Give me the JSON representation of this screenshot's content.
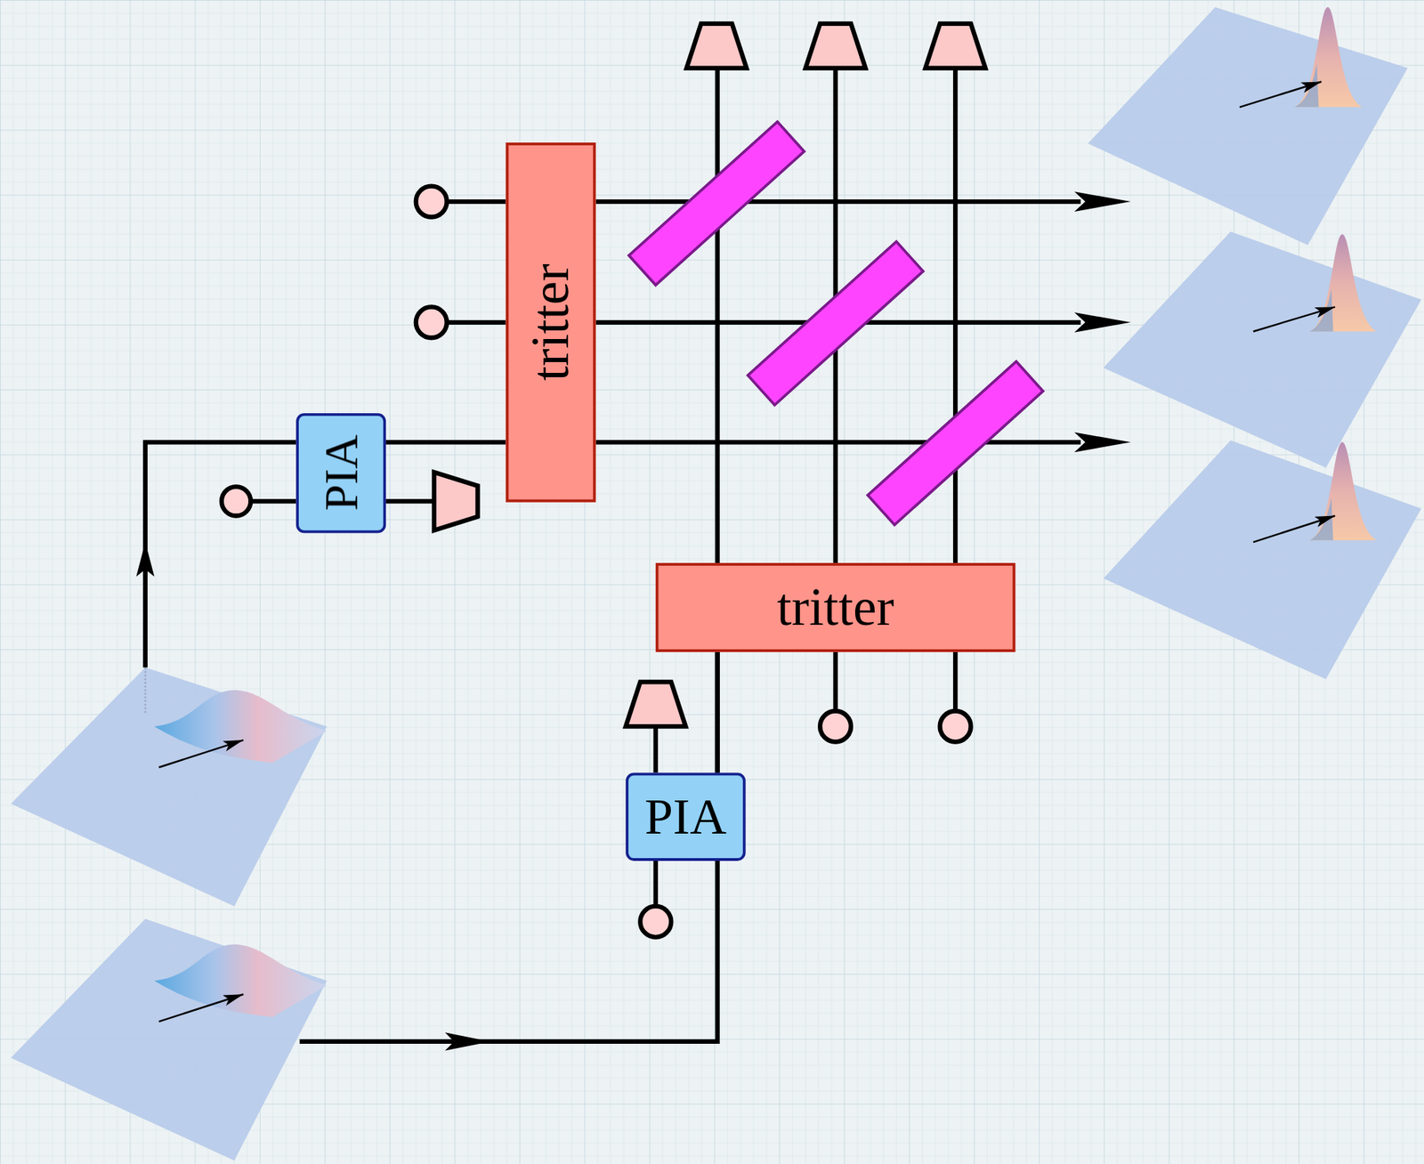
{
  "diagram": {
    "nodes": [
      {
        "text": [
          "tritter"
        ]
      },
      {
        "text": [
          "PIA"
        ]
      },
      {
        "text": [
          "tritter"
        ]
      },
      {
        "text": [
          "PIA"
        ]
      }
    ],
    "edges": [
      {
        "from": 1,
        "to": 0,
        "arrow": "none"
      },
      {
        "from": 3,
        "to": 2,
        "arrow": "none"
      }
    ]
  }
}
